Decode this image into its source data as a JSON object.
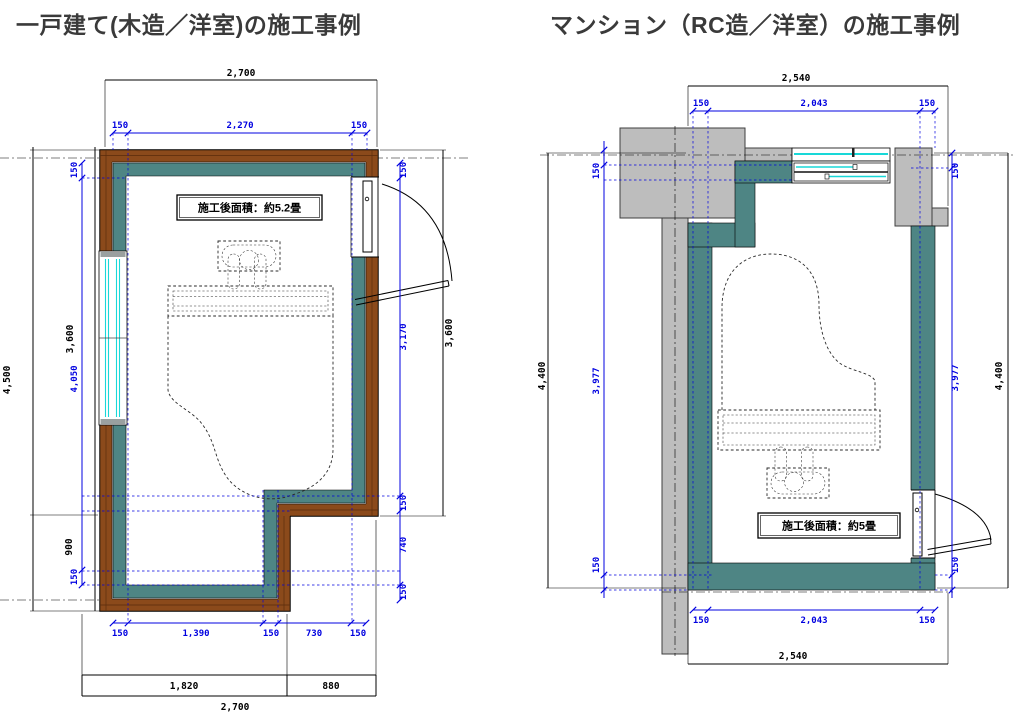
{
  "left_panel": {
    "title": "一戸建て(木造／洋室)の施工事例",
    "area_label": "施工後面積：約5.2畳",
    "black_dims": {
      "top": "2,700",
      "left_total": "4,500",
      "left_upper": "3,600",
      "left_lower": "900",
      "right": "3,600",
      "bottom_a": "1,820",
      "bottom_b": "880",
      "bottom_total": "2,700"
    },
    "blue_dims": {
      "top_left": "150",
      "top_mid": "2,270",
      "top_right": "150",
      "left_top": "150",
      "left_mid": "4,050",
      "left_bottom": "150",
      "right_1": "150",
      "right_2": "3,170",
      "right_3": "150",
      "right_4": "740",
      "right_5": "150",
      "bottom_1": "150",
      "bottom_2": "1,390",
      "bottom_3": "150",
      "bottom_4": "730",
      "bottom_5": "150"
    }
  },
  "right_panel": {
    "title": "マンション（RC造／洋室）の施工事例",
    "area_label": "施工後面積：約5畳",
    "black_dims": {
      "top": "2,540",
      "left": "4,400",
      "right": "4,400",
      "bottom": "2,540"
    },
    "blue_dims": {
      "top_left": "150",
      "top_mid": "2,043",
      "top_right": "150",
      "left_top": "150",
      "left_mid": "3,977",
      "left_bottom": "150",
      "right_top": "150",
      "right_mid": "3,977",
      "right_bottom": "150",
      "bottom_left": "150",
      "bottom_mid": "2,043",
      "bottom_right": "150"
    }
  },
  "colors": {
    "dimension_blue": "#0000e0",
    "soundproof_teal": "#4e8584",
    "wood_brown": "#8b4a1b",
    "concrete_gray": "#bdbdbd",
    "window_cyan": "#18d8d8",
    "title_gray": "#3a3a3a"
  }
}
